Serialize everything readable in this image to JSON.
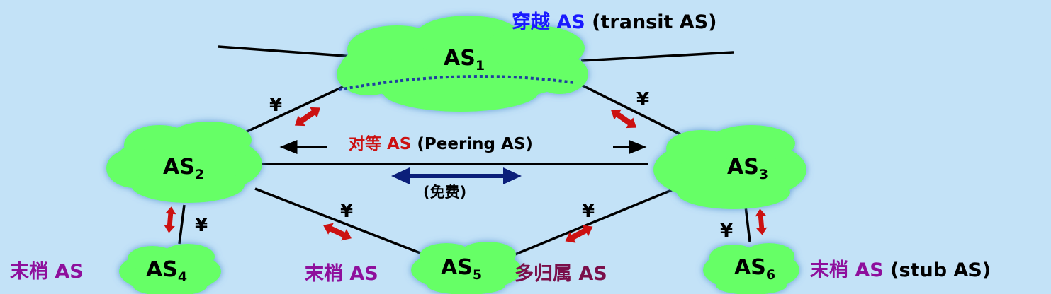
{
  "colors": {
    "background": "#c3e2f7",
    "cloud_fill": "#66ff66",
    "cloud_glow": "#4f8fcf",
    "link": "#000000",
    "transit_label": "#1a1aff",
    "peering_label": "#cc1111",
    "stub_label": "#8e0f9c",
    "multihomed_label": "#7a0f4a",
    "free_arrow": "#0b1f7a",
    "payment_arrow": "#cc1111",
    "dotted_path": "#1f3f9f"
  },
  "nodes": [
    {
      "id": "AS1",
      "base": "AS",
      "sub": "1",
      "role": "transit"
    },
    {
      "id": "AS2",
      "base": "AS",
      "sub": "2"
    },
    {
      "id": "AS3",
      "base": "AS",
      "sub": "3"
    },
    {
      "id": "AS4",
      "base": "AS",
      "sub": "4",
      "role": "stub"
    },
    {
      "id": "AS5",
      "base": "AS",
      "sub": "5",
      "role": "stub/multihomed"
    },
    {
      "id": "AS6",
      "base": "AS",
      "sub": "6",
      "role": "stub"
    }
  ],
  "labels": {
    "transit_cn": "穿越 AS",
    "transit_en": "(transit AS)",
    "peering_cn": "对等 AS",
    "peering_en": "(Peering AS)",
    "free": "(免费)",
    "stub_left": "末梢 AS",
    "stub_mid": "末梢 AS",
    "multihomed": "多归属 AS",
    "stub_right_cn": "末梢 AS",
    "stub_right_en": "(stub AS)"
  },
  "payment_symbol": "¥",
  "links": [
    {
      "from": "AS1",
      "to": "AS2",
      "paid": true
    },
    {
      "from": "AS1",
      "to": "AS3",
      "paid": true
    },
    {
      "from": "AS2",
      "to": "AS3",
      "paid": false,
      "note": "peering, free"
    },
    {
      "from": "AS2",
      "to": "AS4",
      "paid": true
    },
    {
      "from": "AS2",
      "to": "AS5",
      "paid": true
    },
    {
      "from": "AS3",
      "to": "AS5",
      "paid": true
    },
    {
      "from": "AS3",
      "to": "AS6",
      "paid": true
    },
    {
      "from": "AS1",
      "to": "external-left",
      "paid": false
    },
    {
      "from": "AS1",
      "to": "external-right",
      "paid": false
    }
  ]
}
